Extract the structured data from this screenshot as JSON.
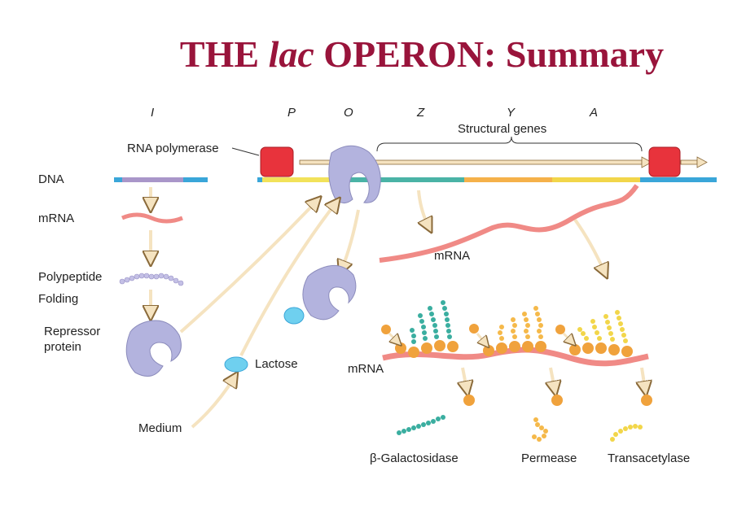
{
  "title": {
    "prefix": "THE ",
    "italic": "lac",
    "suffix": " OPERON: Summary"
  },
  "gene_letters": {
    "i": "I",
    "p": "P",
    "o": "O",
    "z": "Z",
    "y": "Y",
    "a": "A"
  },
  "labels": {
    "structural_genes": "Structural genes",
    "rna_polymerase": "RNA polymerase",
    "dna": "DNA",
    "mrna_left": "mRNA",
    "polypeptide": "Polypeptide",
    "folding": "Folding",
    "repressor_line1": "Repressor",
    "repressor_line2": "protein",
    "lactose": "Lactose",
    "medium": "Medium",
    "mrna_top": "mRNA",
    "mrna_ribosomes": "mRNA",
    "beta_gal": "β-Galactosidase",
    "permease": "Permease",
    "transacetylase": "Transacetylase"
  },
  "colors": {
    "title": "#99143b",
    "dna_blue": "#3aa6d9",
    "regulator_purple": "#a996c9",
    "promoter_yellow": "#f2e25a",
    "z_teal": "#4ab3a6",
    "y_orange": "#f5b14a",
    "a_yellow": "#f2d64a",
    "mrna_pink": "#f08a86",
    "repressor": "#b3b3de",
    "lactose": "#6fd0ef",
    "ribosome": "#f0a23c",
    "polymerase": "#e8333c",
    "arrow_fill": "#f5e3c0",
    "arrow_stroke": "#8a6a3a"
  }
}
